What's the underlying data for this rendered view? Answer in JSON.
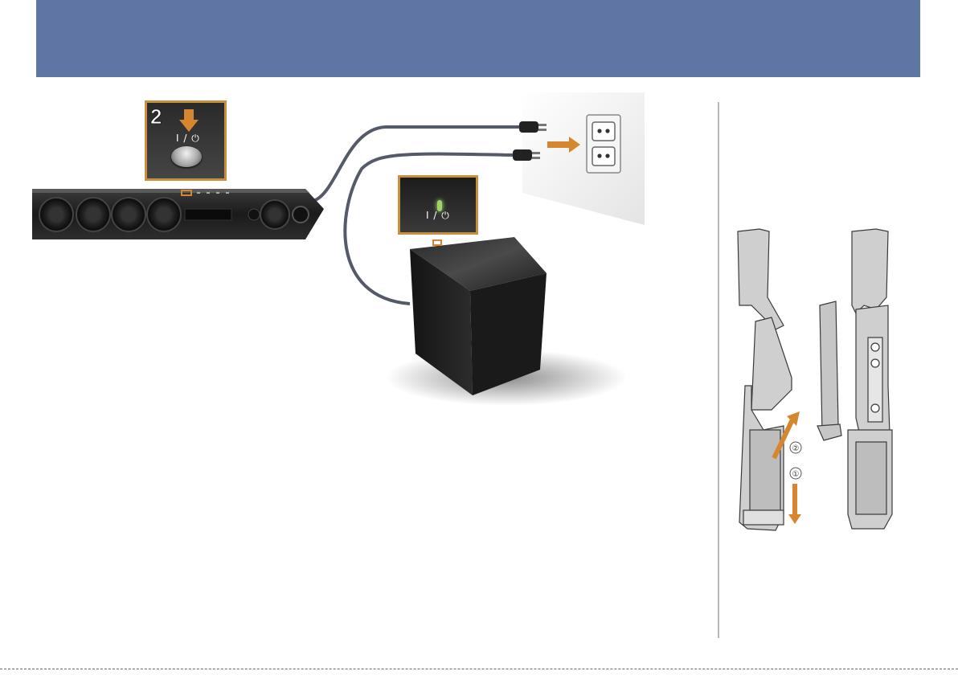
{
  "callouts": [
    {
      "id": "soundbar",
      "step": "2",
      "power_symbol": "I / ⏻"
    },
    {
      "id": "subwoofer",
      "power_symbol": "I / ⏻"
    }
  ],
  "remote_steps": [
    "②",
    "①"
  ],
  "colors": {
    "header": "#5f76a5",
    "accent": "#d6862e",
    "callout_border": "#c8903c",
    "led": "#9ed36a"
  }
}
